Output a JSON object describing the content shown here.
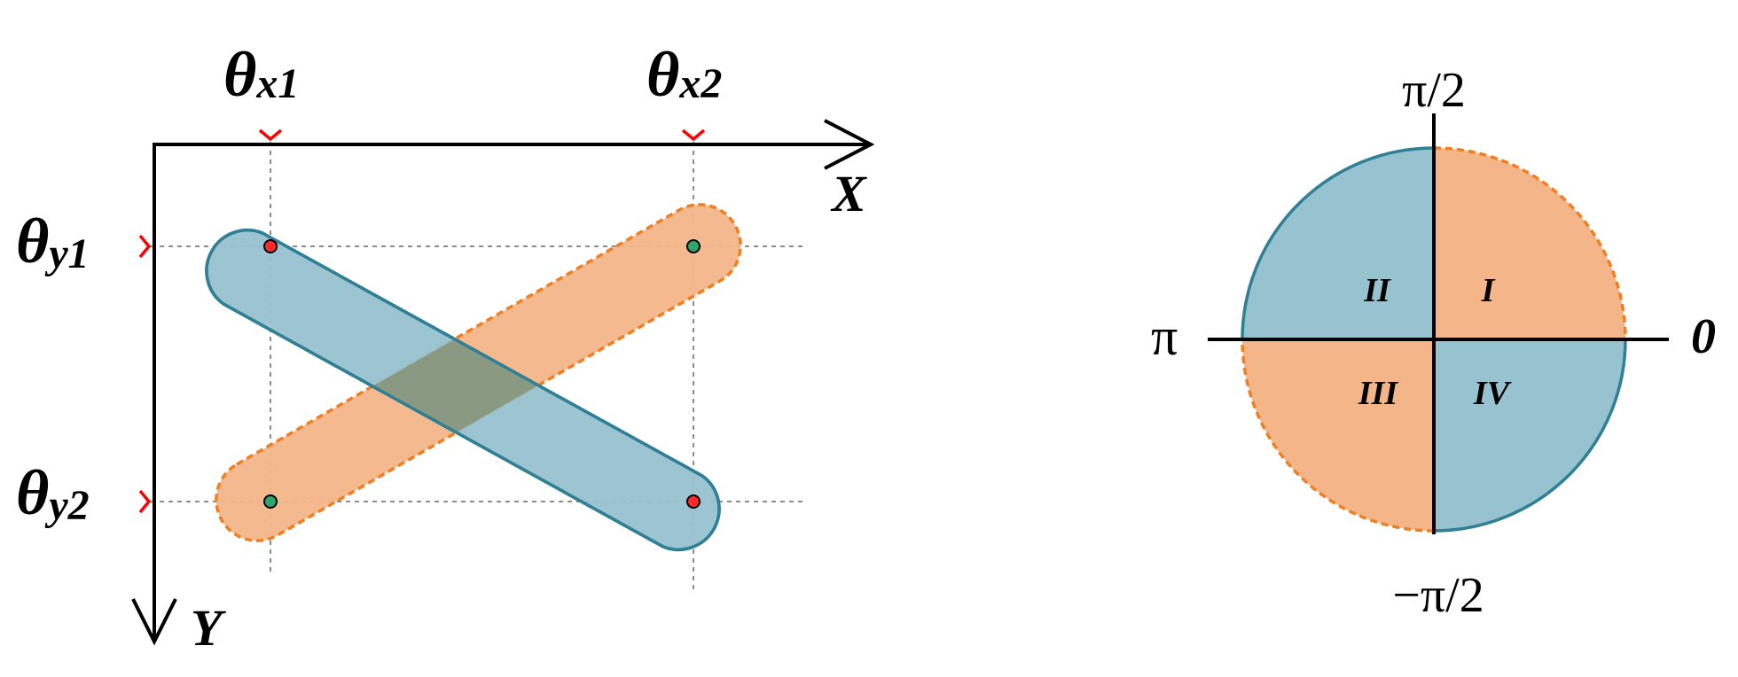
{
  "colors": {
    "blue_fill": "#97c2cf",
    "blue_stroke": "#2f7f95",
    "orange_fill": "#f4b589",
    "orange_stroke": "#f07f22",
    "overlap_fill": "#8a9a82",
    "axis": "#000000",
    "tick": "#ff0000",
    "grid": "#8c8c8c",
    "red_dot": "#ff2a2a",
    "green_dot": "#2ea868"
  },
  "left_diagram": {
    "x_axis_label": "X",
    "y_axis_label": "Y",
    "theta_symbol": "θ",
    "theta_x1_sub": "x1",
    "theta_x2_sub": "x2",
    "theta_y1_sub": "y1",
    "theta_y2_sub": "y2"
  },
  "right_diagram": {
    "top_label": "π/2",
    "bottom_label": "−π/2",
    "left_label": "π",
    "right_label": "0",
    "quadrant_1": "I",
    "quadrant_2": "II",
    "quadrant_3": "III",
    "quadrant_4": "IV"
  }
}
